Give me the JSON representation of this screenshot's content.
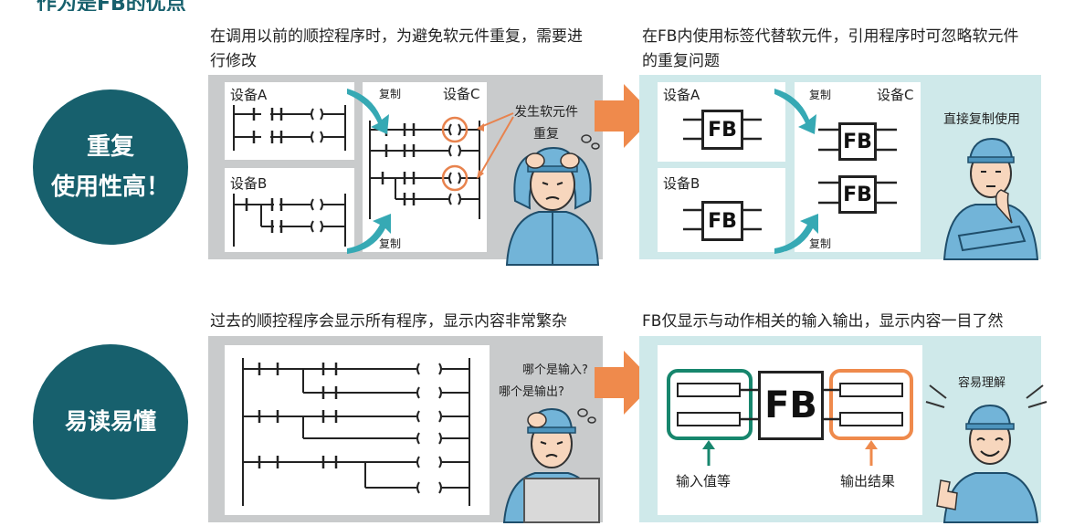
{
  "top_heading": "作为是FB的优点",
  "section1": {
    "circle_line1": "重复",
    "circle_line2": "使用性高！",
    "left_caption_line1": "在调用以前的顺控程序时，为避免软元件重复，需要进",
    "left_caption_line2": "行修改",
    "right_caption_line1": "在FB内使用标签代替软元件，引用程序时可忽略软元件",
    "right_caption_line2": "的重复问题",
    "device_a": "设备A",
    "device_b": "设备B",
    "device_c": "设备C",
    "copy": "复制",
    "conflict_line1": "发生软元件",
    "conflict_line2": "重复",
    "fb": "FB",
    "direct_copy": "直接复制使用"
  },
  "section2": {
    "circle_text": "易读易懂",
    "left_caption": "过去的顺控程序会显示所有程序，显示内容非常繁杂",
    "right_caption": "FB仅显示与动作相关的输入输出，显示内容一目了然",
    "question1": "哪个是输入?",
    "question2": "哪个是输出?",
    "fb": "FB",
    "input_label": "输入值等",
    "output_label": "输出结果",
    "easy": "容易理解"
  }
}
